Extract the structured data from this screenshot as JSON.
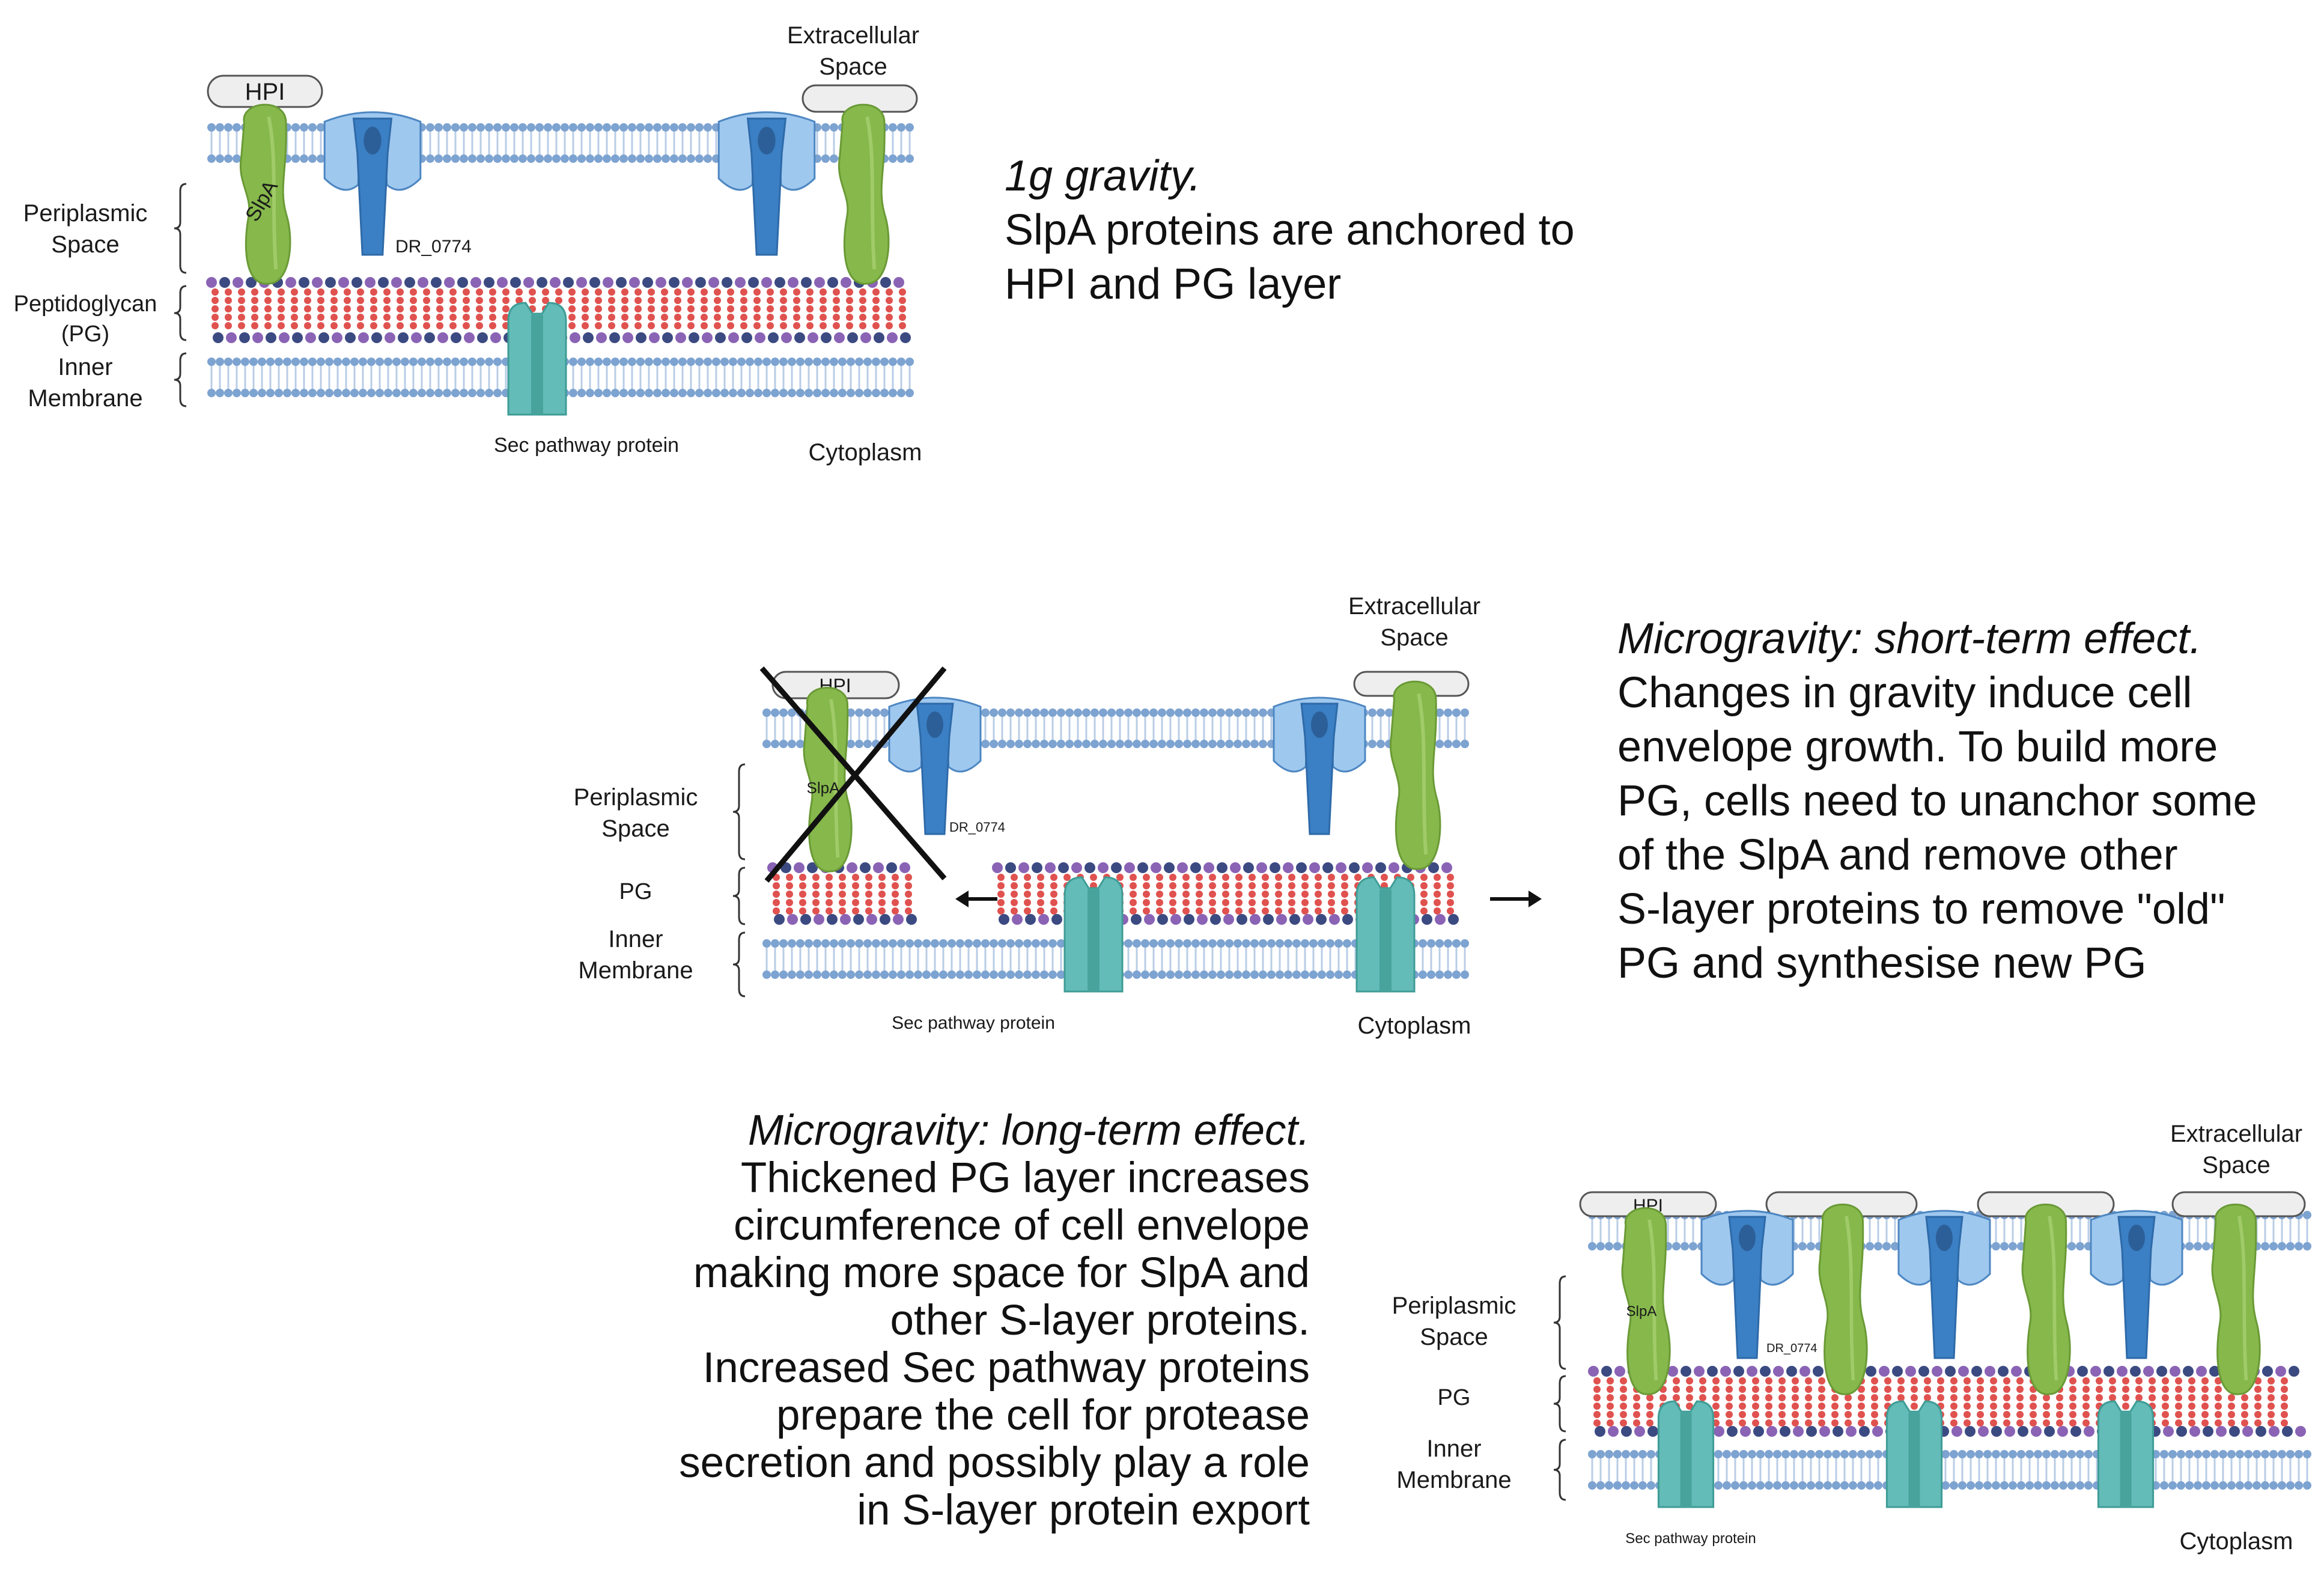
{
  "panels": [
    {
      "labels": {
        "extracellular": [
          "Extracellular",
          "Space"
        ],
        "periplasmic": [
          "Periplasmic",
          "Space"
        ],
        "pg": [
          "Peptidoglycan",
          "(PG)"
        ],
        "inner": [
          "Inner",
          "Membrane"
        ],
        "hpi": "HPI",
        "slpa": "SlpA",
        "dr": "DR_0774",
        "sec": "Sec pathway protein",
        "cyto": "Cytoplasm"
      },
      "caption": {
        "lead": "1g gravity.",
        "lines": [
          "SlpA proteins are anchored to",
          "HPI and PG layer"
        ]
      }
    },
    {
      "labels": {
        "extracellular": [
          "Extracellular",
          "Space"
        ],
        "periplasmic": [
          "Periplasmic",
          "Space"
        ],
        "pg": [
          "PG"
        ],
        "inner": [
          "Inner",
          "Membrane"
        ],
        "hpi": "HPI",
        "slpa": "SlpA",
        "dr": "DR_0774",
        "sec": "Sec pathway protein",
        "cyto": "Cytoplasm"
      },
      "caption": {
        "lead": "Microgravity: short-term effect.",
        "lines": [
          "Changes in gravity induce cell",
          "envelope growth. To build more",
          "PG, cells need to unanchor some",
          "of the SlpA and remove other",
          "S-layer proteins to remove \"old\"",
          "PG and synthesise new PG"
        ]
      }
    },
    {
      "labels": {
        "extracellular": [
          "Extracellular",
          "Space"
        ],
        "periplasmic": [
          "Periplasmic",
          "Space"
        ],
        "pg": [
          "PG"
        ],
        "inner": [
          "Inner",
          "Membrane"
        ],
        "hpi": "HPI",
        "slpa": "SlpA",
        "dr": "DR_0774",
        "sec": "Sec pathway protein",
        "cyto": "Cytoplasm"
      },
      "caption": {
        "lead": "Microgravity: long-term effect.",
        "lines": [
          "Thickened PG layer increases",
          "circumference of cell envelope",
          "making more space for SlpA and",
          "other S-layer proteins.",
          "Increased Sec pathway proteins",
          "prepare the cell for protease",
          "secretion and possibly play a role",
          "in S-layer protein export"
        ]
      }
    }
  ],
  "colors": {
    "membrane_head": "#7da3d1",
    "membrane_tail": "#b9cde6",
    "pg_purple": "#8a63b5",
    "pg_navy": "#3c4a82",
    "pg_red": "#e0524f",
    "slpa": "#86b84c",
    "porin_light": "#9fc8ef",
    "porin_dark": "#3b7fc4",
    "sec": "#63bcb7"
  }
}
